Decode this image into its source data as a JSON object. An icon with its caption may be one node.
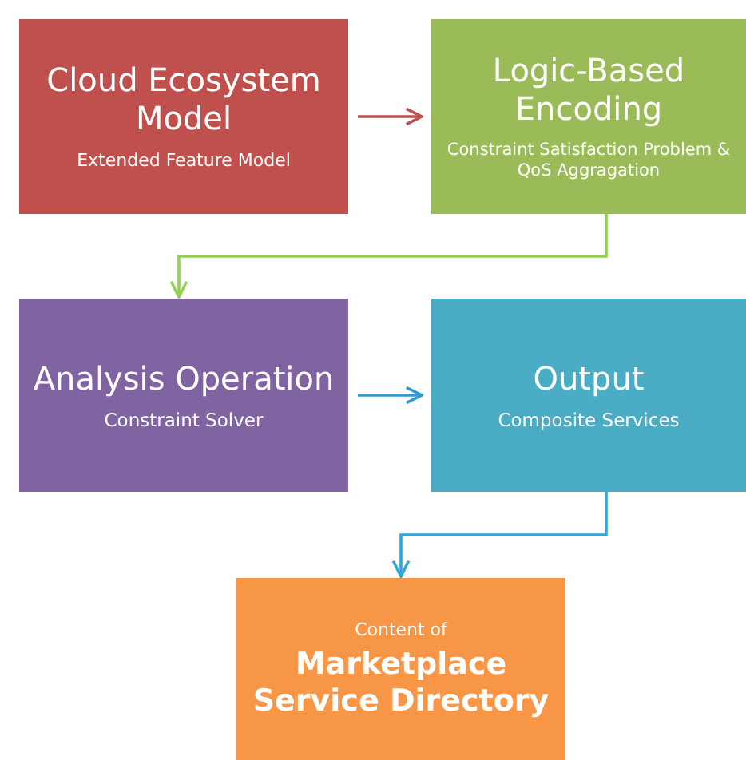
{
  "diagram": {
    "nodes": [
      {
        "text": [
          "Cloud Ecosystem Model",
          "Extended Feature Model"
        ]
      },
      {
        "text": [
          "Logic-Based Encoding",
          "Constraint Satisfaction Problem & QoS Aggragation"
        ]
      },
      {
        "text": [
          "Analysis Operation",
          "Constraint Solver"
        ]
      },
      {
        "text": [
          "Output",
          "Composite Services"
        ]
      },
      {
        "text": [
          "Content of",
          "Marketplace Service Directory"
        ]
      }
    ],
    "edges": [
      {
        "from": 0,
        "to": 1,
        "arrow": "to",
        "color": "#c0504d"
      },
      {
        "from": 1,
        "to": 2,
        "arrow": "to",
        "color": "#92d050"
      },
      {
        "from": 2,
        "to": 3,
        "arrow": "to",
        "color": "#2e9bd6"
      },
      {
        "from": 3,
        "to": 4,
        "arrow": "to",
        "color": "#2ea8dc"
      }
    ]
  }
}
